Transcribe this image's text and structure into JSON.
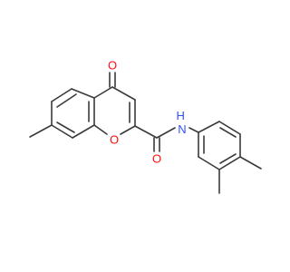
{
  "molecule": {
    "atoms": [
      {
        "id": "O_keto",
        "label": "O",
        "color": "#ff0d0d"
      },
      {
        "id": "O_ring",
        "label": "O",
        "color": "#ff0d0d"
      },
      {
        "id": "O_amide",
        "label": "O",
        "color": "#ff0d0d"
      },
      {
        "id": "N_amide",
        "label": "H\nN",
        "color": "#3050f8"
      }
    ],
    "bond_color": "#3a3a3a"
  }
}
